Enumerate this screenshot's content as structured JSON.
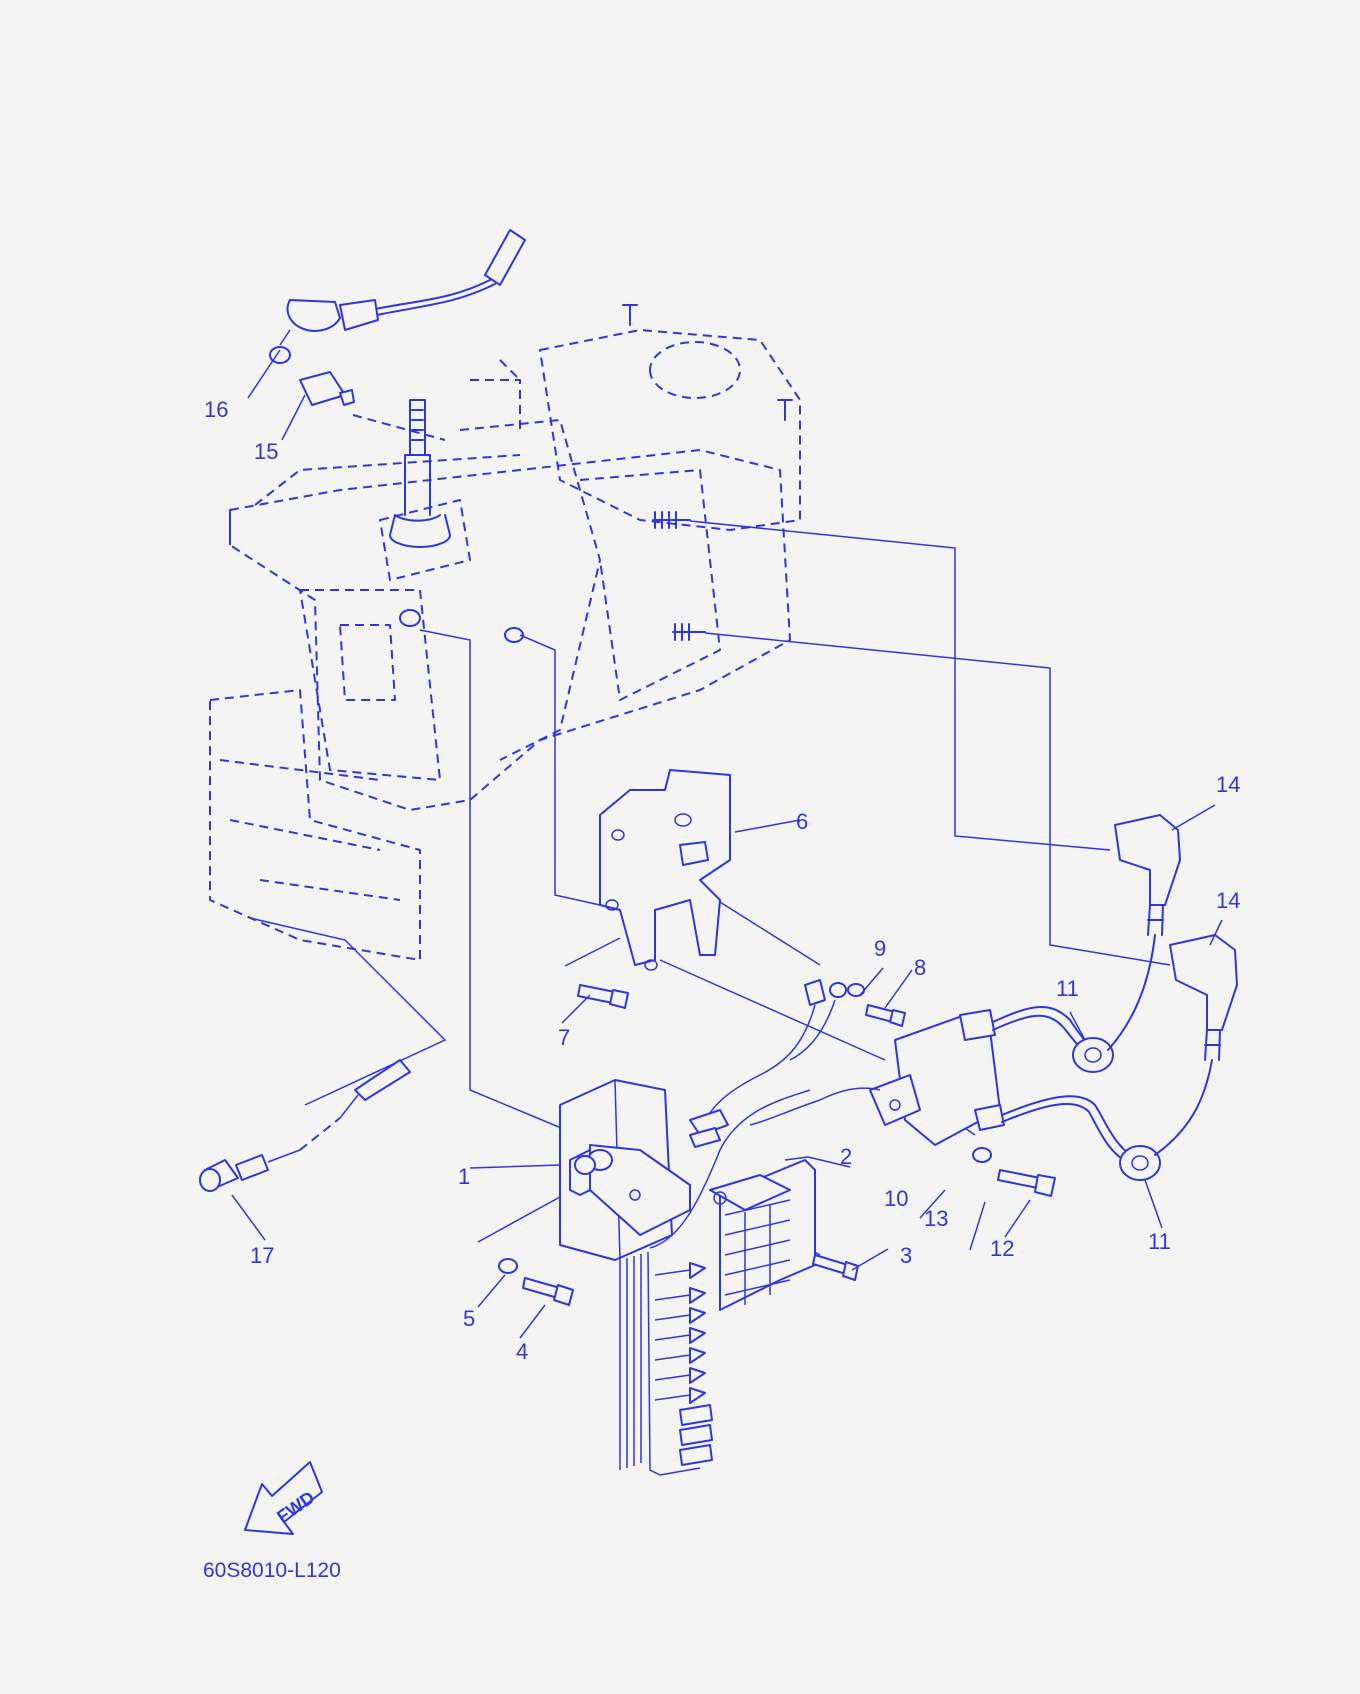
{
  "diagram": {
    "line_color": "#2f35e0",
    "background": "#f4f4f4",
    "callouts": [
      "1",
      "2",
      "3",
      "4",
      "5",
      "6",
      "7",
      "8",
      "9",
      "10",
      "11",
      "11",
      "12",
      "13",
      "14",
      "14",
      "15",
      "16",
      "17"
    ],
    "fwd_label": "FWD",
    "drawing_code": "60S8010-L120"
  }
}
